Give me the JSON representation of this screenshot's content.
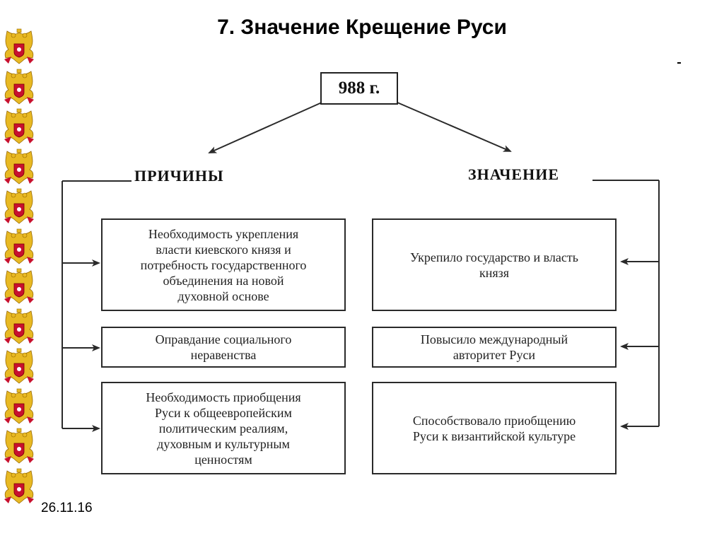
{
  "title": "7. Значение Крещение Руси",
  "date": "26.11.16",
  "diagram": {
    "year": "988 г.",
    "left_heading": "ПРИЧИНЫ",
    "right_heading": "ЗНАЧЕНИЕ",
    "causes": [
      "Необходимость укрепления\nвласти киевского князя и\nпотребность государственного\nобъединения на новой\nдуховной основе",
      "Оправдание социального\nнеравенства",
      "Необходимость приобщения\nРуси к общеевропейским\nполитическим реалиям,\nдуховным и культурным\nценностям"
    ],
    "effects": [
      "Укрепило государство и власть\nкнязя",
      "Повысило международный\nавторитет Руси",
      "Способствовало приобщению\nРуси к византийской культуре"
    ]
  },
  "colors": {
    "emblem_red": "#c8102e",
    "emblem_gold": "#e8b923",
    "line": "#2a2a2a"
  },
  "icons": {
    "emblem": "double-headed-eagle-coat-of-arms-icon"
  }
}
